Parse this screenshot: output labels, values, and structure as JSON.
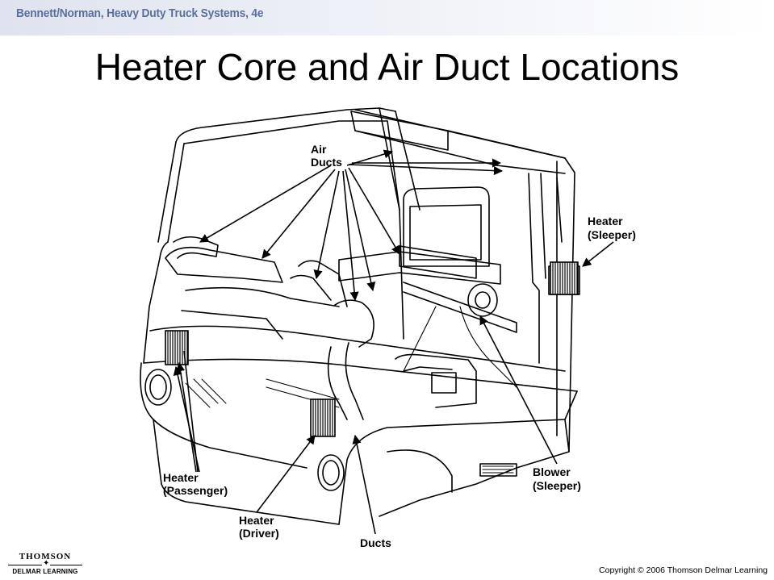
{
  "header": {
    "book_title": "Bennett/Norman, Heavy Duty Truck Systems, 4e",
    "slide_title": "Heater Core and Air Duct Locations"
  },
  "diagram": {
    "labels": {
      "air_ducts": [
        "Air",
        "Ducts"
      ],
      "heater_sleeper": [
        "Heater",
        "(Sleeper)"
      ],
      "heater_passenger": [
        "Heater",
        "(Passenger)"
      ],
      "heater_driver": [
        "Heater",
        "(Driver)"
      ],
      "blower_sleeper": [
        "Blower",
        "(Sleeper)"
      ],
      "ducts": "Ducts"
    }
  },
  "footer": {
    "logo_top": "THOMSON",
    "logo_bottom": "DELMAR LEARNING",
    "copyright": "Copyright © 2006 Thomson Delmar Learning"
  }
}
